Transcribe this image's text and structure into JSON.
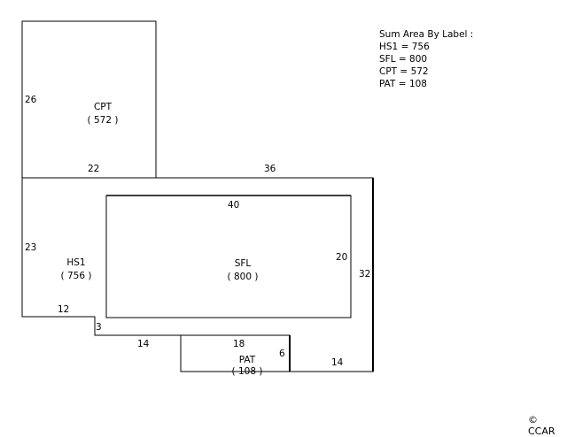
{
  "summary": {
    "title": "Sum Area By Label :",
    "rows": [
      {
        "label": "HS1",
        "value": "756"
      },
      {
        "label": "SFL",
        "value": "800"
      },
      {
        "label": "CPT",
        "value": "572"
      },
      {
        "label": "PAT",
        "value": "108"
      }
    ]
  },
  "areas": {
    "cpt": {
      "name": "CPT",
      "area": "( 572 )"
    },
    "hs1": {
      "name": "HS1",
      "area": "( 756 )"
    },
    "sfl": {
      "name": "SFL",
      "area": "( 800 )"
    },
    "pat": {
      "name": "PAT",
      "area": "( 108 )"
    }
  },
  "dimensions": {
    "cpt_left": "26",
    "cpt_bottom": "22",
    "hs1_top": "36",
    "hs1_left": "23",
    "hs1_right": "32",
    "hs1_bottom_left": "12",
    "hs1_notch": "3",
    "hs1_bottom_mid": "14",
    "hs1_bottom_right": "14",
    "sfl_top": "40",
    "sfl_right": "20",
    "pat_top": "18",
    "pat_right": "6"
  },
  "copyright": "© CCAR"
}
